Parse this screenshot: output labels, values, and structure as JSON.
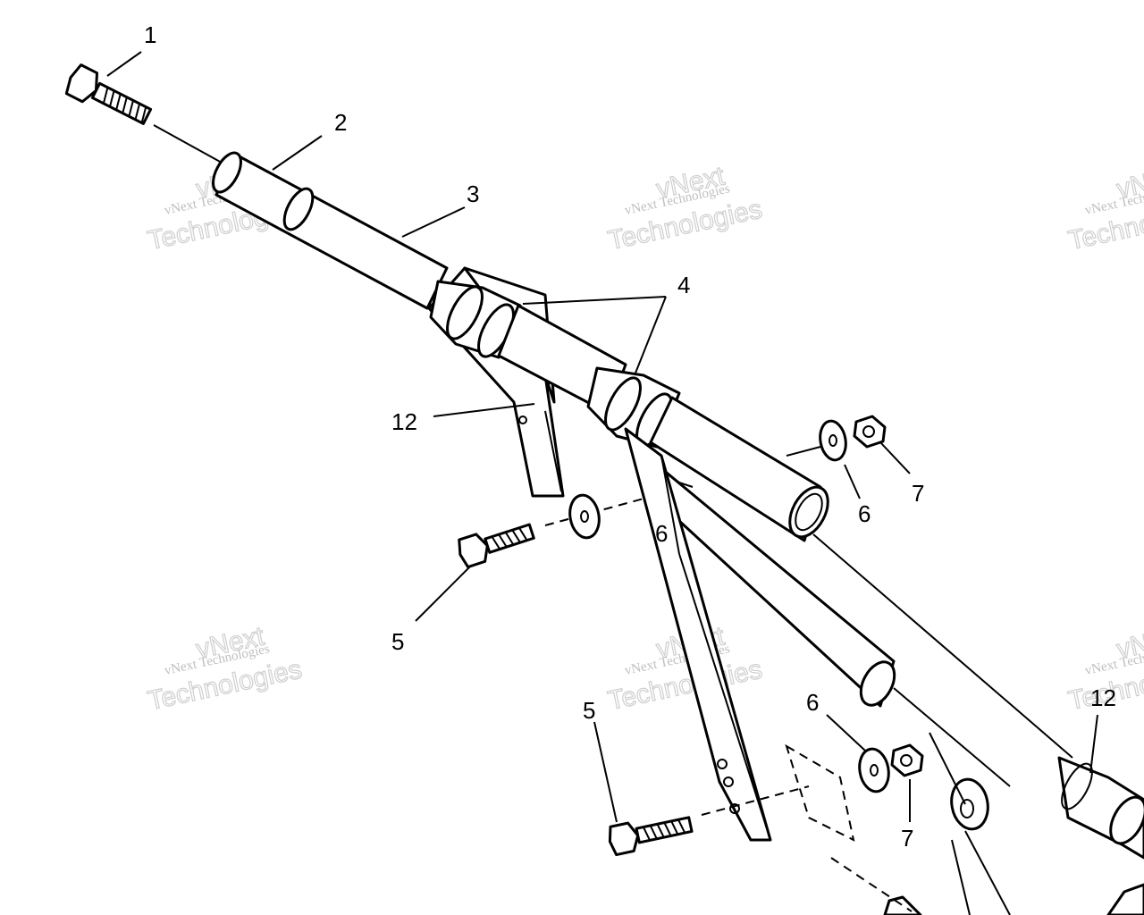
{
  "callouts": {
    "c1": "1",
    "c2": "2",
    "c3": "3",
    "c4": "4",
    "c5a": "5",
    "c5b": "5",
    "c6a": "6",
    "c6b": "6",
    "c6c": "6",
    "c7a": "7",
    "c7b": "7",
    "c12a": "12",
    "c12b": "12"
  },
  "watermark": {
    "line1": "vNext Technologies",
    "line2": "Technologies",
    "line3": "vNext"
  }
}
